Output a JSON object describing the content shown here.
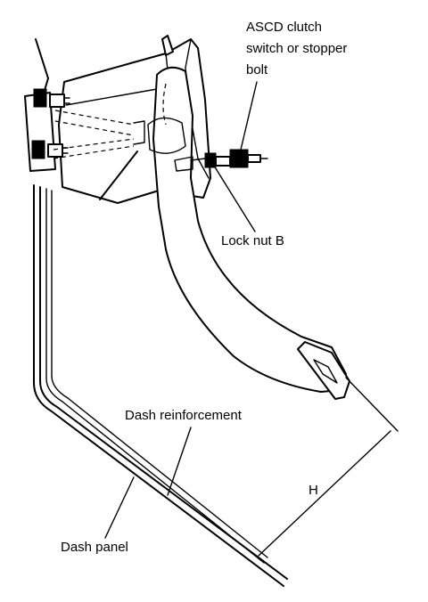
{
  "labels": {
    "ascd_line1": "ASCD clutch",
    "ascd_line2": "switch or stopper",
    "ascd_line3": "bolt",
    "lock_nut": "Lock nut B",
    "dash_reinforcement": "Dash reinforcement",
    "dimension": "H",
    "dash_panel": "Dash panel"
  }
}
